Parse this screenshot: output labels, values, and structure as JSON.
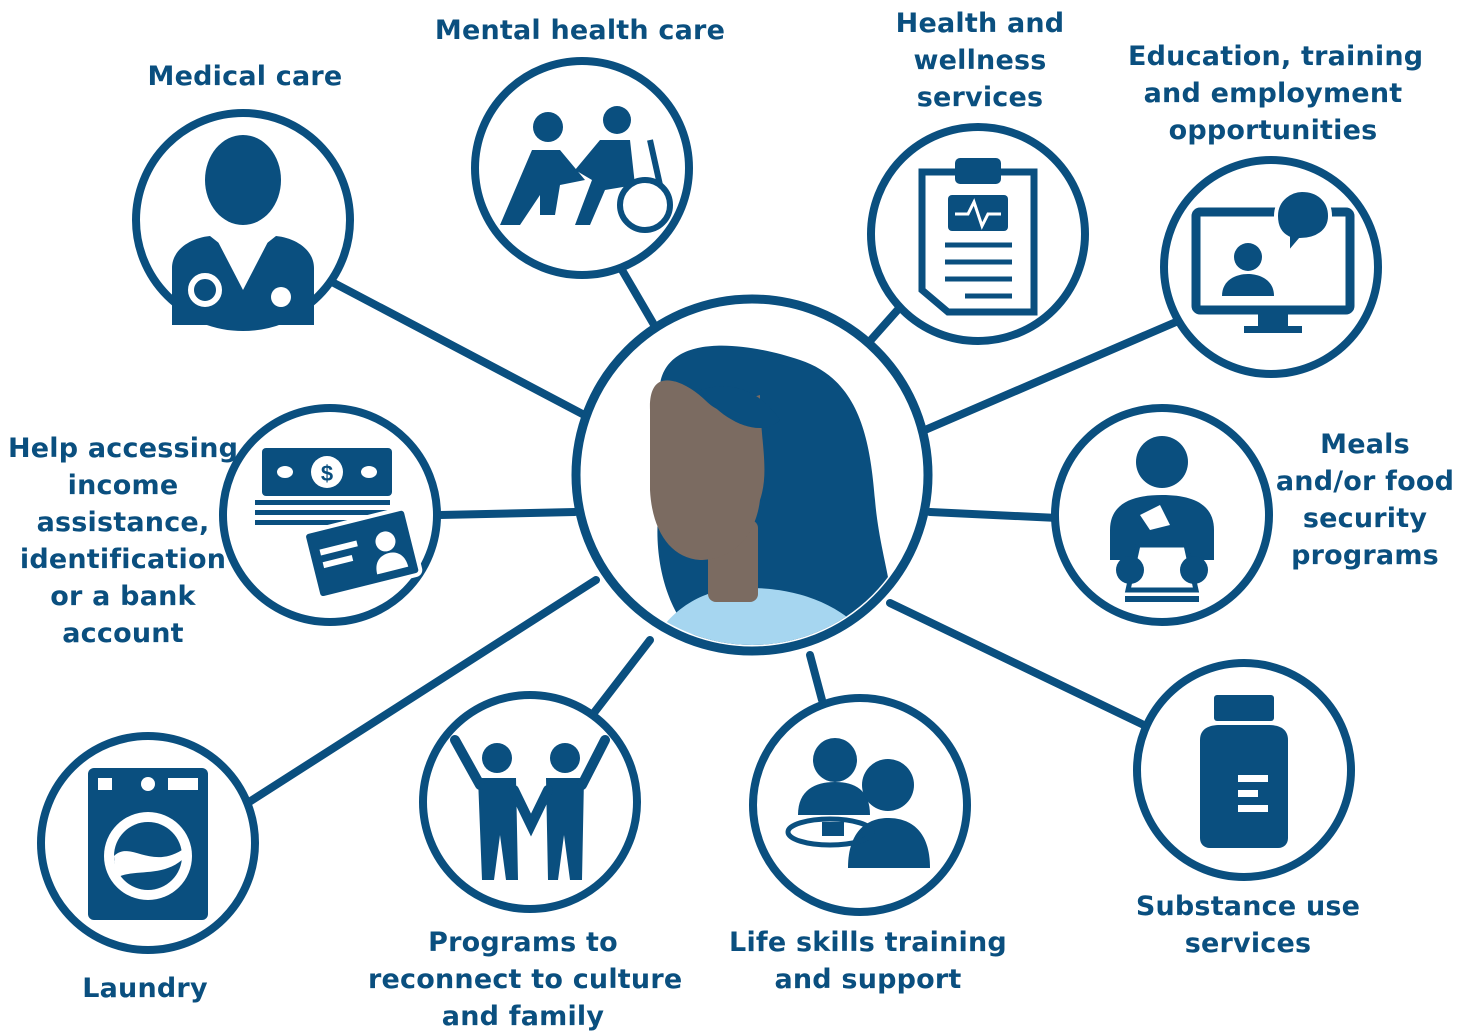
{
  "colors": {
    "primary": "#0a4f7f",
    "skin": "#7b6b61",
    "shirt": "#a6d6f0",
    "background": "#ffffff"
  },
  "center": {
    "icon": "woman-portrait-icon"
  },
  "services": [
    {
      "id": "medical-care",
      "icon": "doctor-stethoscope-icon",
      "lines": [
        "Medical care"
      ]
    },
    {
      "id": "mental-health-care",
      "icon": "caregiver-wheelchair-icon",
      "lines": [
        "Mental health care"
      ]
    },
    {
      "id": "health-wellness",
      "icon": "clipboard-heartbeat-icon",
      "lines": [
        "Health and",
        "wellness",
        "services"
      ]
    },
    {
      "id": "education-employment",
      "icon": "video-call-monitor-icon",
      "lines": [
        "Education, training",
        "and employment",
        "opportunities"
      ]
    },
    {
      "id": "meals-food",
      "icon": "person-food-box-icon",
      "lines": [
        "Meals",
        "and/or food",
        "security",
        "programs"
      ]
    },
    {
      "id": "substance-use",
      "icon": "medicine-bottle-icon",
      "lines": [
        "Substance use",
        "services"
      ]
    },
    {
      "id": "life-skills",
      "icon": "people-table-icon",
      "lines": [
        "Life skills training",
        "and support"
      ]
    },
    {
      "id": "culture-family",
      "icon": "two-people-cheering-icon",
      "lines": [
        "Programs to",
        "reconnect to culture",
        "and family"
      ]
    },
    {
      "id": "laundry",
      "icon": "washing-machine-icon",
      "lines": [
        "Laundry"
      ]
    },
    {
      "id": "income-id-bank",
      "icon": "money-id-card-icon",
      "lines": [
        "Help accessing",
        "income",
        "assistance,",
        "identification",
        "or a bank",
        "account"
      ]
    }
  ]
}
